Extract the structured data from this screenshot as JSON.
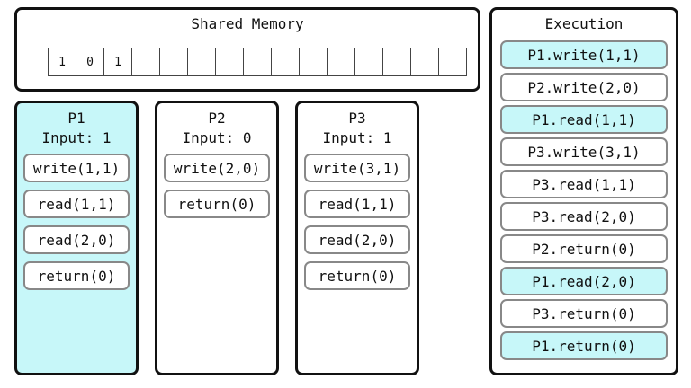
{
  "shared_memory": {
    "title": "Shared Memory",
    "cells": [
      "1",
      "0",
      "1",
      "",
      "",
      "",
      "",
      "",
      "",
      "",
      "",
      "",
      "",
      "",
      ""
    ]
  },
  "processes": [
    {
      "name": "P1",
      "input": "Input: 1",
      "highlighted": true,
      "ops": [
        "write(1,1)",
        "read(1,1)",
        "read(2,0)",
        "return(0)"
      ]
    },
    {
      "name": "P2",
      "input": "Input: 0",
      "highlighted": false,
      "ops": [
        "write(2,0)",
        "return(0)"
      ]
    },
    {
      "name": "P3",
      "input": "Input: 1",
      "highlighted": false,
      "ops": [
        "write(3,1)",
        "read(1,1)",
        "read(2,0)",
        "return(0)"
      ]
    }
  ],
  "execution": {
    "title": "Execution",
    "steps": [
      {
        "label": "P1.write(1,1)",
        "highlighted": true
      },
      {
        "label": "P2.write(2,0)",
        "highlighted": false
      },
      {
        "label": "P1.read(1,1)",
        "highlighted": true
      },
      {
        "label": "P3.write(3,1)",
        "highlighted": false
      },
      {
        "label": "P3.read(1,1)",
        "highlighted": false
      },
      {
        "label": "P3.read(2,0)",
        "highlighted": false
      },
      {
        "label": "P2.return(0)",
        "highlighted": false
      },
      {
        "label": "P1.read(2,0)",
        "highlighted": true
      },
      {
        "label": "P3.return(0)",
        "highlighted": false
      },
      {
        "label": "P1.return(0)",
        "highlighted": true
      }
    ]
  },
  "colors": {
    "highlight": "#c7f7f9",
    "normal": "#ffffff"
  }
}
